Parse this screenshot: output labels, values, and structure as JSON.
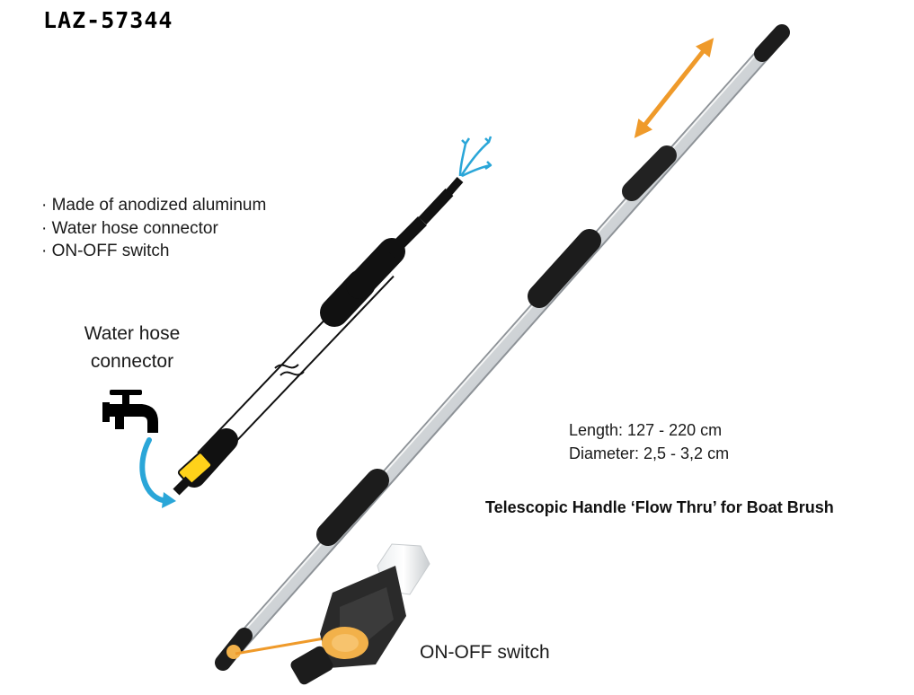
{
  "product_code": "LAZ-57344",
  "features": [
    "· Made of anodized aluminum",
    "· Water hose connector",
    "· ON-OFF switch"
  ],
  "hose_connector_label": [
    "Water hose",
    "connector"
  ],
  "specs": {
    "length": "Length: 127 - 220 cm",
    "diameter": "Diameter: 2,5 - 3,2 cm"
  },
  "product_title": "Telescopic Handle ‘Flow Thru’ for Boat Brush",
  "switch_label": "ON-OFF switch",
  "colors": {
    "accent_arrow": "#ef9a2a",
    "water_arrow": "#2aa6d8",
    "switch_yellow": "#f2b14a",
    "connector_yellow": "#ffd21a",
    "sleeve_black": "#1c1c1c",
    "pole_silver": "#d9dcde"
  },
  "icons": [
    "faucet-icon",
    "water-spray-icon",
    "telescoping-arrow-icon",
    "curved-arrow-icon"
  ]
}
